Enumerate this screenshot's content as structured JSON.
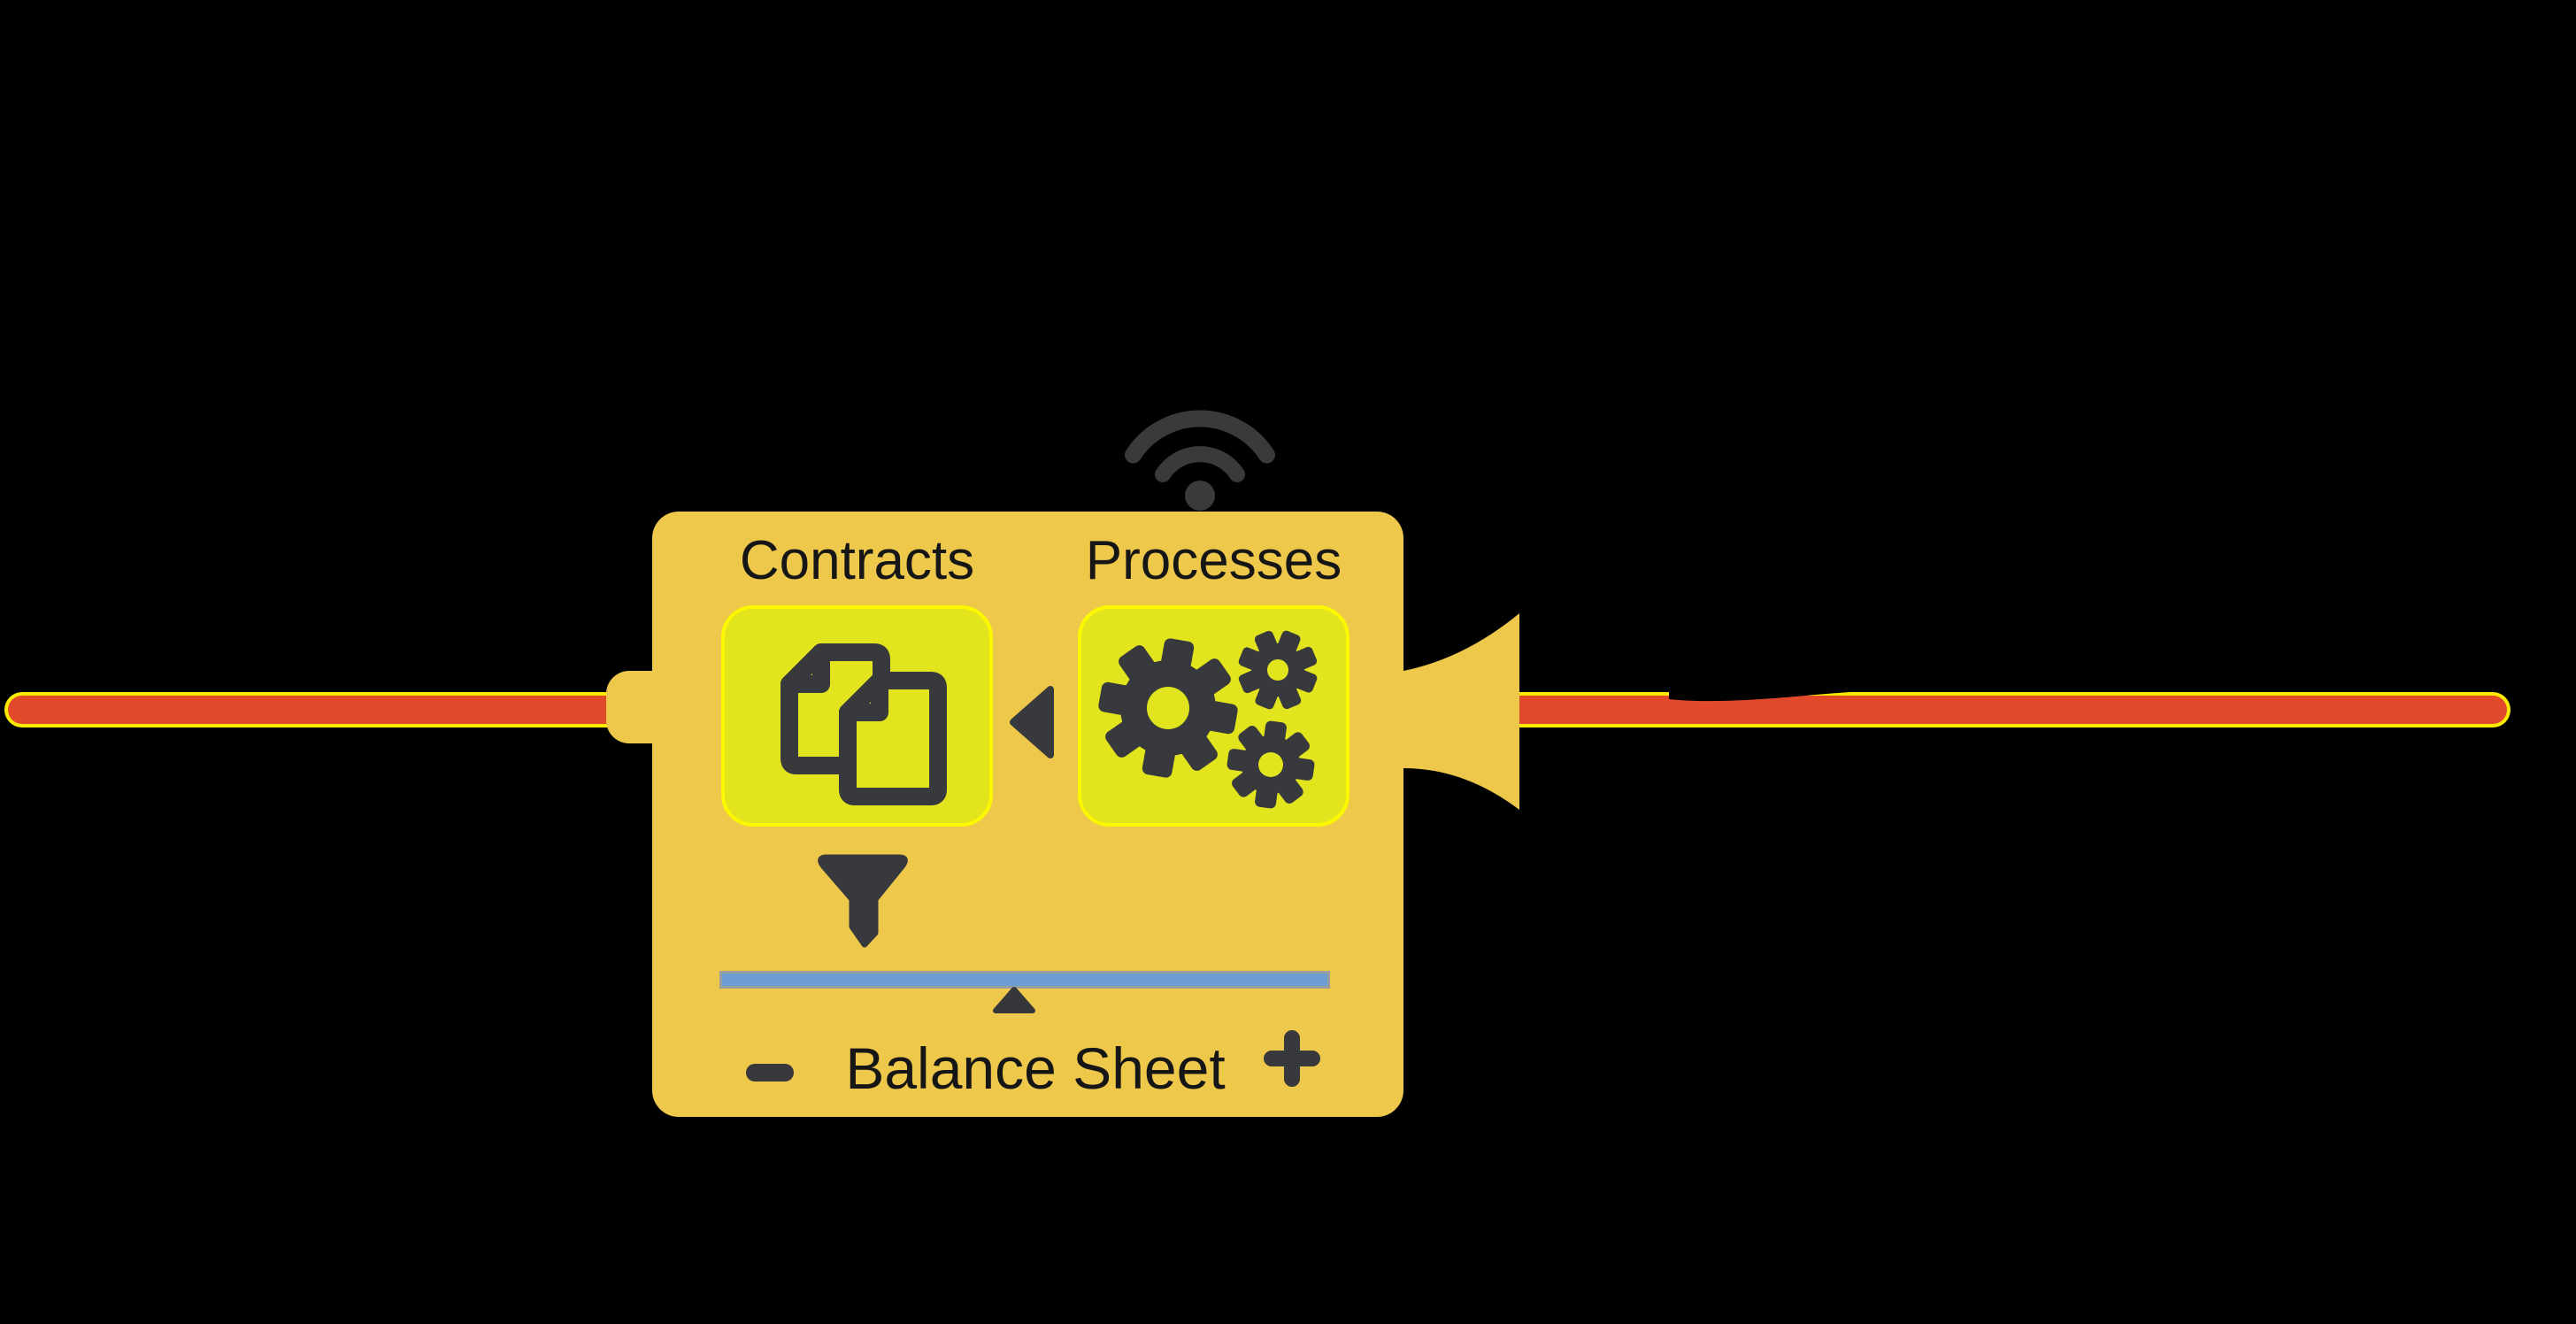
{
  "colors": {
    "background": "#000000",
    "panel-gold": "#edc84a",
    "box-fill": "#e2e41e",
    "box-border": "#fbf800",
    "line-red": "#e2492a",
    "line-border": "#fdea02",
    "slider-blue": "#6d9ed3",
    "slider-border": "#9a9da0",
    "icon-dark": "#37393d",
    "wifi-gray": "#3a3a3a",
    "text-dark": "#161616"
  },
  "labels": {
    "contracts": "Contracts",
    "processes": "Processes",
    "balance_sheet": "Balance Sheet"
  },
  "icons": {
    "wifi": "wifi-signal",
    "documents": "documents-copy",
    "gears": "gears",
    "arrow_left": "triangle-arrow-left",
    "funnel": "filter-funnel",
    "pointer": "slider-pointer-up",
    "minus": "minus",
    "plus": "plus"
  }
}
